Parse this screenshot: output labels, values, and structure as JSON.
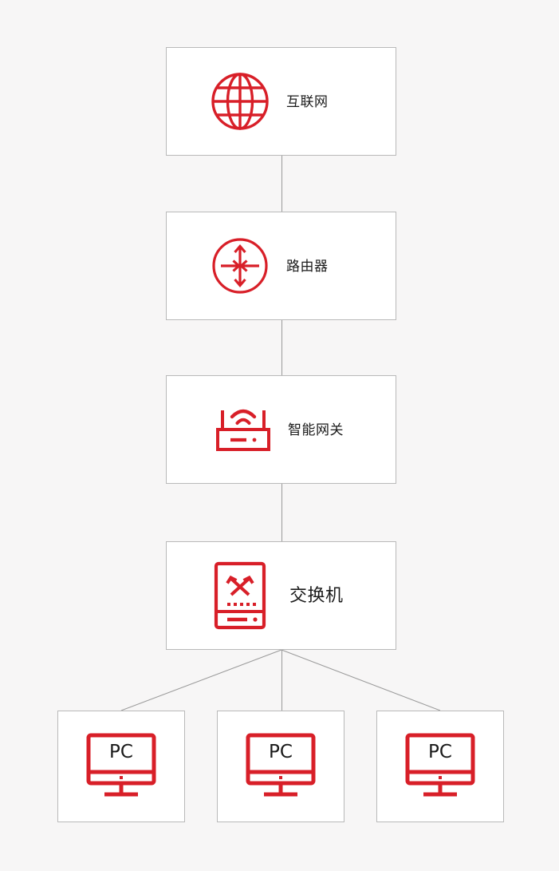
{
  "diagram": {
    "type": "network-topology",
    "background_color": "#f7f6f6",
    "icon_color": "#d81f28",
    "box_border_color": "#b9b9b9",
    "box_fill_color": "#ffffff",
    "link_color": "#9a9a9a",
    "label_color": "#1a1a1a",
    "nodes": [
      {
        "id": "internet",
        "label": "互联网",
        "icon": "globe-icon"
      },
      {
        "id": "router",
        "label": "路由器",
        "icon": "router-icon"
      },
      {
        "id": "gateway",
        "label": "智能网关",
        "icon": "wireless-gateway-icon"
      },
      {
        "id": "switch",
        "label": "交换机",
        "icon": "network-switch-icon"
      },
      {
        "id": "pc1",
        "label": "PC",
        "icon": "desktop-monitor-icon"
      },
      {
        "id": "pc2",
        "label": "PC",
        "icon": "desktop-monitor-icon"
      },
      {
        "id": "pc3",
        "label": "PC",
        "icon": "desktop-monitor-icon"
      }
    ],
    "links": [
      {
        "from": "internet",
        "to": "router"
      },
      {
        "from": "router",
        "to": "gateway"
      },
      {
        "from": "gateway",
        "to": "switch"
      },
      {
        "from": "switch",
        "to": "pc1"
      },
      {
        "from": "switch",
        "to": "pc2"
      },
      {
        "from": "switch",
        "to": "pc3"
      }
    ]
  }
}
